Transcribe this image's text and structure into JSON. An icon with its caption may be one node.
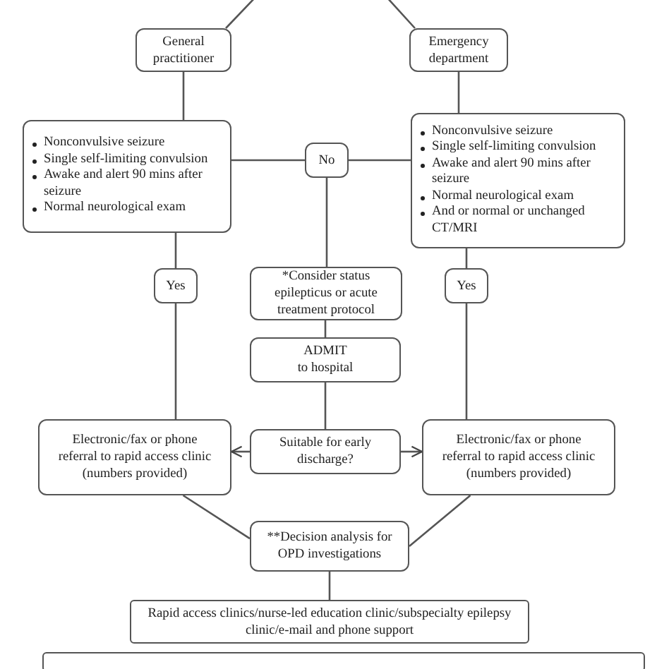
{
  "diagram": {
    "nodes": [
      {
        "text": [
          "General practitioner"
        ]
      },
      {
        "text": [
          "Emergency department"
        ]
      },
      {
        "text": [
          "Nonconvulsive seizure",
          "Single self-limiting convulsion",
          "Awake and alert 90 mins after seizure",
          "Normal neurological exam"
        ]
      },
      {
        "text": [
          "No"
        ]
      },
      {
        "text": [
          "Nonconvulsive seizure",
          "Single self-limiting convulsion",
          "Awake and alert 90 mins after seizure",
          "Normal neurological exam",
          "And or normal or unchanged CT/MRI"
        ]
      },
      {
        "text": [
          "Yes"
        ]
      },
      {
        "text": [
          "*Consider status epilepticus or acute treatment protocol"
        ]
      },
      {
        "text": [
          "Yes"
        ]
      },
      {
        "text": [
          "ADMIT",
          "to hospital"
        ]
      },
      {
        "text": [
          "Electronic/fax or phone referral to rapid access clinic (numbers provided)"
        ]
      },
      {
        "text": [
          "Suitable for early discharge?"
        ]
      },
      {
        "text": [
          "Electronic/fax or phone referral to rapid access clinic (numbers provided)"
        ]
      },
      {
        "text": [
          "**Decision analysis for OPD investigations"
        ]
      },
      {
        "text": [
          "Rapid access clinics/nurse-led education clinic/subspecialty epilepsy clinic/e-mail and phone support"
        ]
      },
      {
        "text": [],
        "shape": "box"
      }
    ],
    "edges": [
      {
        "from": null,
        "to": 0,
        "arrow": "none"
      },
      {
        "from": null,
        "to": 1,
        "arrow": "none"
      },
      {
        "from": 0,
        "to": 2,
        "arrow": "none"
      },
      {
        "from": 1,
        "to": 4,
        "arrow": "none"
      },
      {
        "from": 2,
        "to": 3,
        "arrow": "none"
      },
      {
        "from": 3,
        "to": 4,
        "arrow": "none"
      },
      {
        "from": 2,
        "to": 5,
        "arrow": "none"
      },
      {
        "from": 3,
        "to": 6,
        "arrow": "none"
      },
      {
        "from": 4,
        "to": 7,
        "arrow": "none"
      },
      {
        "from": 5,
        "to": 9,
        "arrow": "none"
      },
      {
        "from": 6,
        "to": 8,
        "arrow": "none"
      },
      {
        "from": 7,
        "to": 11,
        "arrow": "none"
      },
      {
        "from": 8,
        "to": 10,
        "arrow": "none"
      },
      {
        "from": 10,
        "to": 9,
        "arrow": "to"
      },
      {
        "from": 10,
        "to": 11,
        "arrow": "to"
      },
      {
        "from": 9,
        "to": 12,
        "arrow": "none"
      },
      {
        "from": 11,
        "to": 12,
        "arrow": "none"
      },
      {
        "from": 12,
        "to": 13,
        "arrow": "none"
      }
    ]
  }
}
